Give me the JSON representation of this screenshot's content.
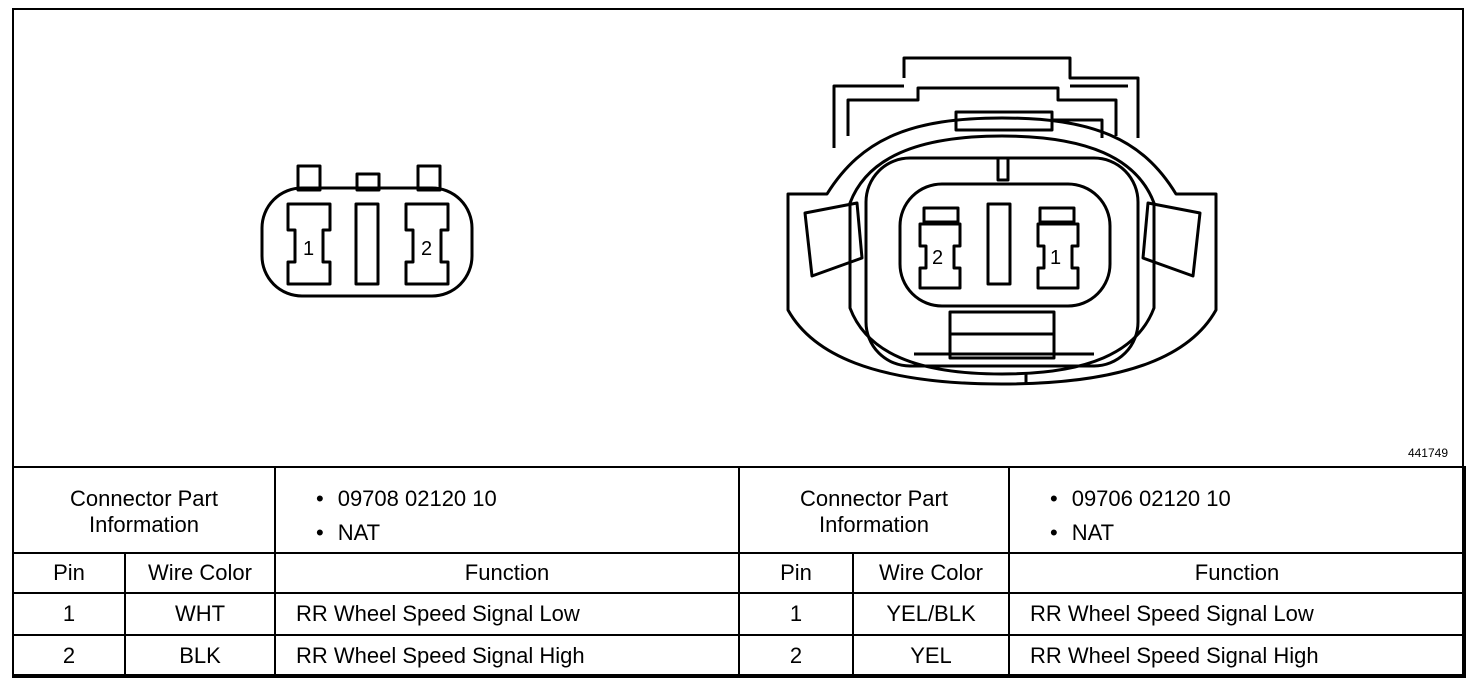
{
  "figure_id": "441749",
  "connectors": [
    {
      "part_info_label": [
        "Connector Part",
        "Information"
      ],
      "part_info": [
        "09708 02120 10",
        "NAT"
      ],
      "column_headers": {
        "pin": "Pin",
        "wire_color": "Wire Color",
        "function": "Function"
      },
      "pins": [
        {
          "pin": "1",
          "wire_color": "WHT",
          "function": "RR Wheel Speed Signal Low"
        },
        {
          "pin": "2",
          "wire_color": "BLK",
          "function": "RR Wheel Speed Signal High"
        }
      ],
      "diagram_pin_labels": [
        "1",
        "2"
      ]
    },
    {
      "part_info_label": [
        "Connector Part",
        "Information"
      ],
      "part_info": [
        "09706 02120 10",
        "NAT"
      ],
      "column_headers": {
        "pin": "Pin",
        "wire_color": "Wire Color",
        "function": "Function"
      },
      "pins": [
        {
          "pin": "1",
          "wire_color": "YEL/BLK",
          "function": "RR Wheel Speed Signal Low"
        },
        {
          "pin": "2",
          "wire_color": "YEL",
          "function": "RR Wheel Speed Signal High"
        }
      ],
      "diagram_pin_labels": [
        "2",
        "1"
      ]
    }
  ]
}
